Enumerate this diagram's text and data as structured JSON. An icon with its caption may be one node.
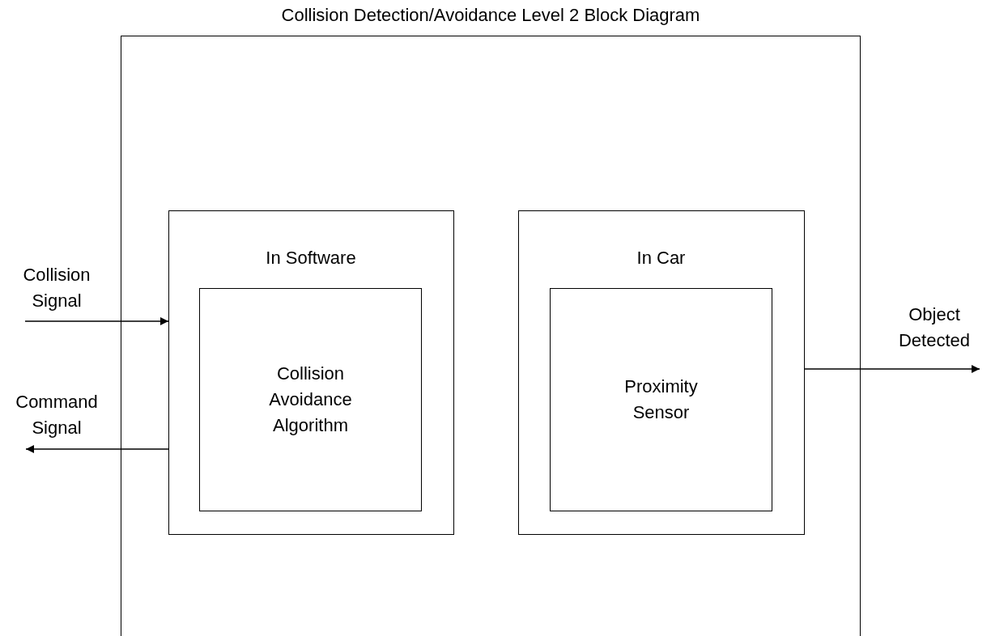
{
  "diagram": {
    "title": "Collision Detection/Avoidance Level 2 Block Diagram",
    "nodes": [
      {
        "text": [],
        "shape": "box"
      },
      {
        "text": [
          "In Software"
        ],
        "in": 0
      },
      {
        "text": [
          "Collision Avoidance Algorithm"
        ],
        "in": 1
      },
      {
        "text": [
          "In Car"
        ],
        "in": 0
      },
      {
        "text": [
          "Proximity Sensor"
        ],
        "in": 3
      }
    ],
    "edges": [
      {
        "from": null,
        "to": 1,
        "arrow": "to",
        "label": "Collision Signal"
      },
      {
        "from": 1,
        "to": null,
        "arrow": "to",
        "label": "Command Signal"
      },
      {
        "from": 3,
        "to": null,
        "arrow": "to",
        "label": "Object Detected"
      }
    ]
  }
}
